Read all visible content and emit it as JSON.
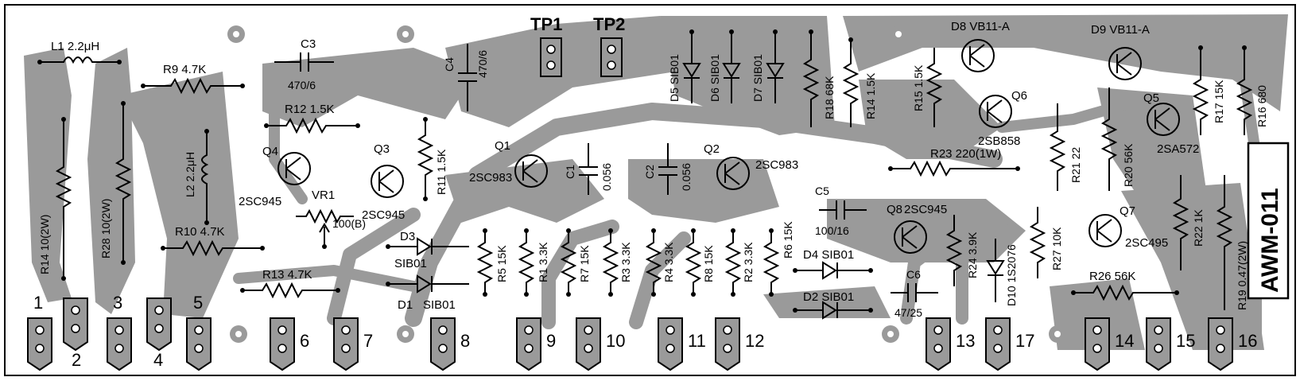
{
  "board_id": "AWM-011",
  "test_points": [
    "TP1",
    "TP2"
  ],
  "resistors": [
    {
      "id": "R9",
      "text": "R9 4.7K"
    },
    {
      "id": "R12",
      "text": "R12 1.5K"
    },
    {
      "id": "R14",
      "text": "R14 10(2W)"
    },
    {
      "id": "R28",
      "text": "R28 10(2W)"
    },
    {
      "id": "R10",
      "text": "R10 4.7K"
    },
    {
      "id": "R13",
      "text": "R13 4.7K"
    },
    {
      "id": "R11",
      "text": "R11 1.5K"
    },
    {
      "id": "R5",
      "text": "R5 15K"
    },
    {
      "id": "R1",
      "text": "R1 3.3K"
    },
    {
      "id": "R7",
      "text": "R7 15K"
    },
    {
      "id": "R3",
      "text": "R3 3.3K"
    },
    {
      "id": "R4",
      "text": "R4 3.3K"
    },
    {
      "id": "R8",
      "text": "R8 15K"
    },
    {
      "id": "R2",
      "text": "R2 3.3K"
    },
    {
      "id": "R6",
      "text": "R6 15K"
    },
    {
      "id": "R18",
      "text": "R18 68K"
    },
    {
      "id": "R14b",
      "text": "R14 1.5K"
    },
    {
      "id": "R15",
      "text": "R15 1.5K"
    },
    {
      "id": "R23",
      "text": "R23 220(1W)"
    },
    {
      "id": "R21",
      "text": "R21 22"
    },
    {
      "id": "R20",
      "text": "R20 56K"
    },
    {
      "id": "R17",
      "text": "R17 15K"
    },
    {
      "id": "R16",
      "text": "R16 680"
    },
    {
      "id": "R24",
      "text": "R24 3.9K"
    },
    {
      "id": "R27",
      "text": "R27 10K"
    },
    {
      "id": "R22",
      "text": "R22 1K"
    },
    {
      "id": "R19",
      "text": "R19 0.47(2W)"
    },
    {
      "id": "R26",
      "text": "R26 56K"
    }
  ],
  "capacitors": [
    {
      "id": "C3",
      "text": "C3"
    },
    {
      "id": "C3v",
      "text": "470/6"
    },
    {
      "id": "C4",
      "text": "C4"
    },
    {
      "id": "C4v",
      "text": "470/6"
    },
    {
      "id": "C1",
      "text": "C1"
    },
    {
      "id": "C1v",
      "text": "0.056"
    },
    {
      "id": "C2",
      "text": "C2"
    },
    {
      "id": "C2v",
      "text": "0.056"
    },
    {
      "id": "C5",
      "text": "C5"
    },
    {
      "id": "C5v",
      "text": "100/16"
    },
    {
      "id": "C6",
      "text": "C6"
    },
    {
      "id": "C6v",
      "text": "47/25"
    }
  ],
  "inductors": [
    {
      "id": "L1",
      "text": "L1 2.2μH"
    },
    {
      "id": "L2",
      "text": "L2 2.2μH"
    }
  ],
  "transistors": [
    {
      "id": "Q4",
      "text": "Q4",
      "part": "2SC945"
    },
    {
      "id": "Q3",
      "text": "Q3",
      "part": "2SC945"
    },
    {
      "id": "Q1",
      "text": "Q1",
      "part": "2SC983"
    },
    {
      "id": "Q2",
      "text": "Q2",
      "part": "2SC983"
    },
    {
      "id": "Q8",
      "text": "Q8",
      "part": "2SC945"
    },
    {
      "id": "Q6",
      "text": "Q6",
      "part": "2SB858"
    },
    {
      "id": "Q5",
      "text": "Q5",
      "part": "2SA572"
    },
    {
      "id": "Q7",
      "text": "Q7",
      "part": "2SC495"
    }
  ],
  "diodes": [
    {
      "id": "D3",
      "text": "D3",
      "part": "SIB01"
    },
    {
      "id": "D1",
      "text": "D1",
      "part": "SIB01"
    },
    {
      "id": "D4",
      "text": "D4 SIB01"
    },
    {
      "id": "D2",
      "text": "D2 SIB01"
    },
    {
      "id": "D5",
      "text": "D5 SIB01"
    },
    {
      "id": "D6",
      "text": "D6 SIB01"
    },
    {
      "id": "D7",
      "text": "D7 SIB01"
    },
    {
      "id": "D10",
      "text": "D10 1S2076"
    },
    {
      "id": "D8",
      "text": "D8 VB11-A"
    },
    {
      "id": "D9",
      "text": "D9 VB11-A"
    }
  ],
  "vr": {
    "id": "VR1",
    "value": "100(B)"
  },
  "terminals": [
    "1",
    "2",
    "3",
    "4",
    "5",
    "6",
    "7",
    "8",
    "9",
    "10",
    "11",
    "12",
    "13",
    "17",
    "14",
    "15",
    "16"
  ]
}
